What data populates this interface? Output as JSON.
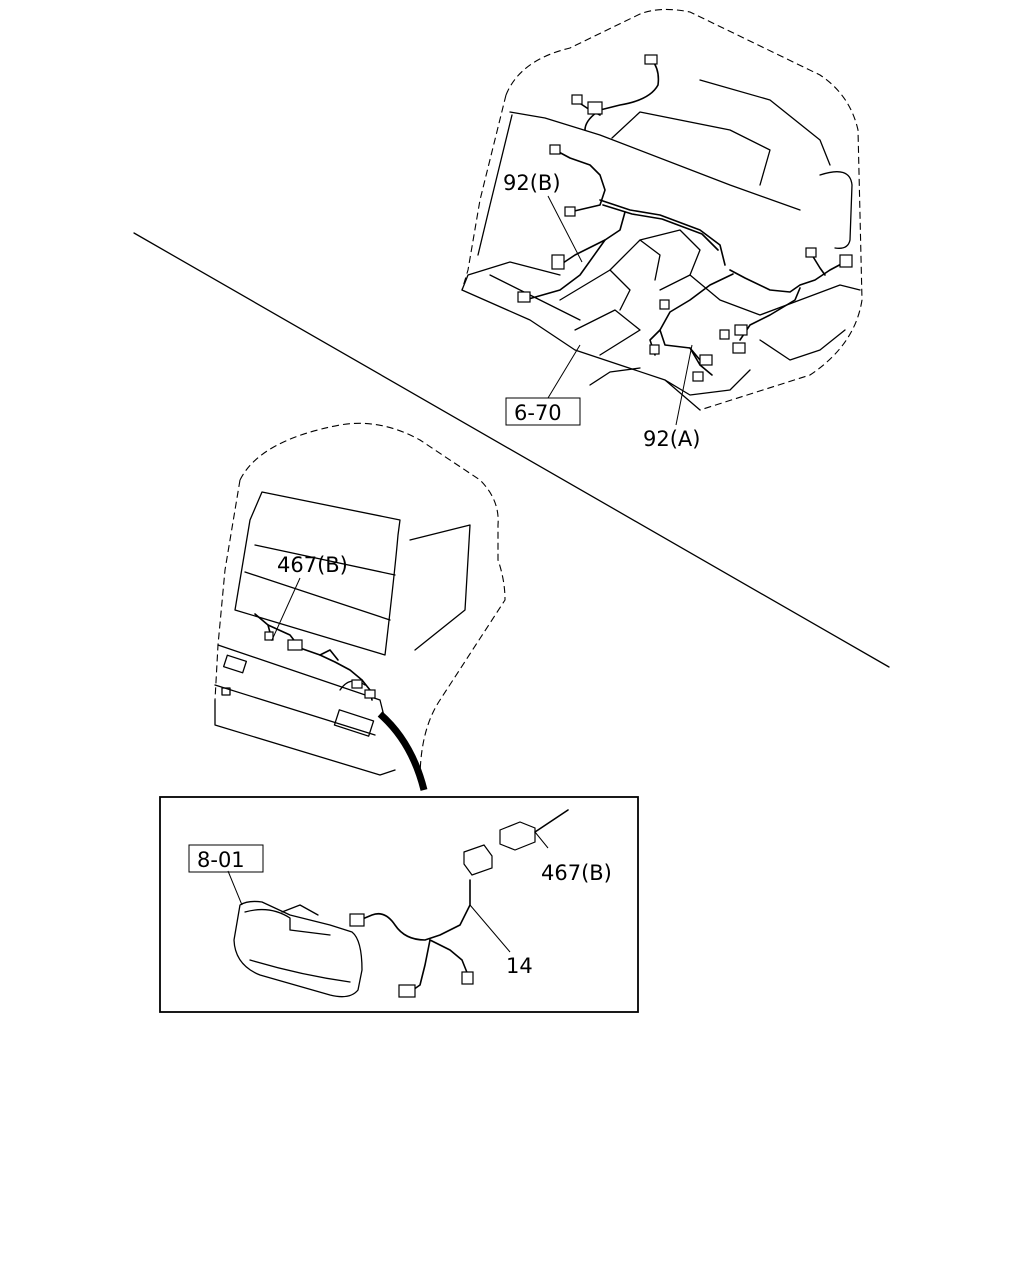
{
  "labels": {
    "upper_ref": "6-70",
    "upper_92b": "92(B)",
    "upper_92a": "92(A)",
    "cab_467b": "467(B)",
    "inset_ref": "8-01",
    "inset_467b": "467(B)",
    "inset_14": "14"
  }
}
